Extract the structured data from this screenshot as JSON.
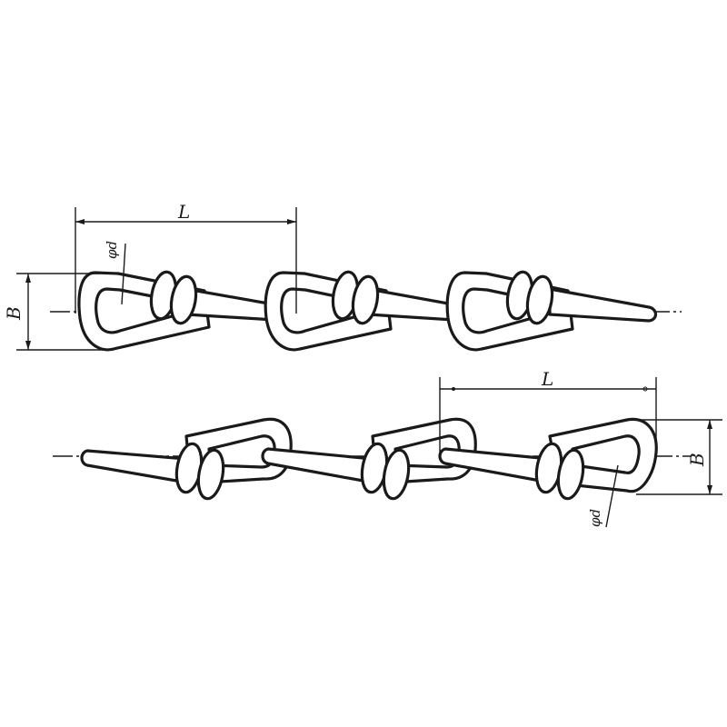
{
  "diagram": {
    "subject": "twisted-link chain, two views",
    "colors": {
      "line": "#1a1a1a",
      "background": "#ffffff"
    },
    "top_view": {
      "dimensions": {
        "length_label": "L",
        "width_label": "B",
        "wire_label": "φd"
      },
      "links": 3
    },
    "bottom_view": {
      "dimensions": {
        "length_label": "L",
        "width_label": "B",
        "wire_label": "φd"
      },
      "links": 3
    }
  }
}
